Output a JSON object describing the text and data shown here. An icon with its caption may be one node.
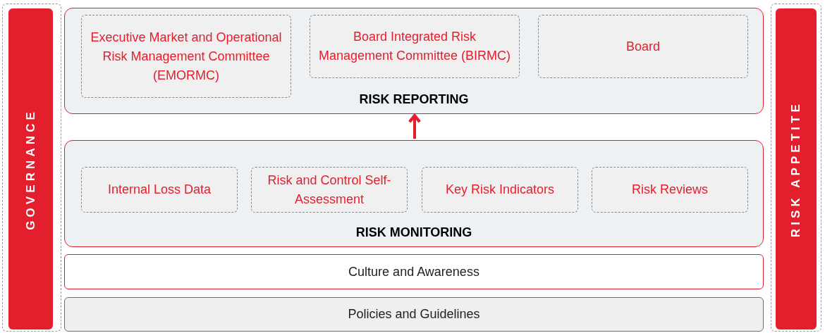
{
  "diagram": {
    "nodes": [
      {
        "text": [
          "GOVERNANCE"
        ]
      },
      {
        "text": [
          "RISK REPORTING"
        ]
      },
      {
        "text": [
          "Executive Market and Operational Risk Management Committee (EMORMC)"
        ],
        "in": 1
      },
      {
        "text": [
          "Board Integrated Risk Management Committee (BIRMC)"
        ],
        "in": 1
      },
      {
        "text": [
          "Board"
        ],
        "in": 1
      },
      {
        "text": [
          "RISK MONITORING"
        ]
      },
      {
        "text": [
          "Internal Loss Data"
        ],
        "in": 5
      },
      {
        "text": [
          "Risk and Control Self-Assessment"
        ],
        "in": 5
      },
      {
        "text": [
          "Key Risk Indicators"
        ],
        "in": 5
      },
      {
        "text": [
          "Risk Reviews"
        ],
        "in": 5
      },
      {
        "text": [
          "Culture and Awareness"
        ]
      },
      {
        "text": [
          "Policies and Guidelines"
        ]
      },
      {
        "text": [
          "RISK APPETITE"
        ]
      }
    ],
    "edges": [
      {
        "from": 5,
        "to": 1,
        "arrow": "to",
        "color": "#e31e2d"
      }
    ]
  }
}
